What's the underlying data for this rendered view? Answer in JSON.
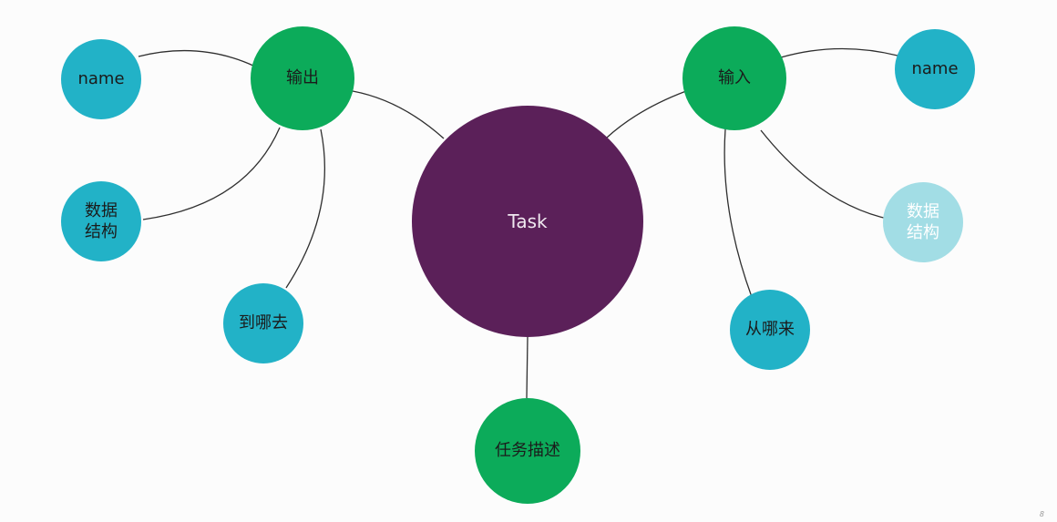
{
  "colors": {
    "background": "#fcfcfc",
    "link": "#2f2f2f",
    "center": "#5b2059",
    "primary": "#0cab5a",
    "secondary": "#22b2c7",
    "secondary_faded": "#a2dde5",
    "dark_text": "#1b1b1b",
    "light_text": "#f0e8f0",
    "faded_text": "#ffffff"
  },
  "diagram": {
    "center": {
      "label": "Task"
    },
    "output": {
      "label": "输出",
      "children": {
        "name": "name",
        "structure": "数据结构",
        "where_to": "到哪去"
      }
    },
    "input": {
      "label": "输入",
      "children": {
        "name": "name",
        "structure": "数据结构",
        "where_from": "从哪来"
      }
    },
    "description": {
      "label": "任务描述"
    }
  },
  "slide_number": "8"
}
